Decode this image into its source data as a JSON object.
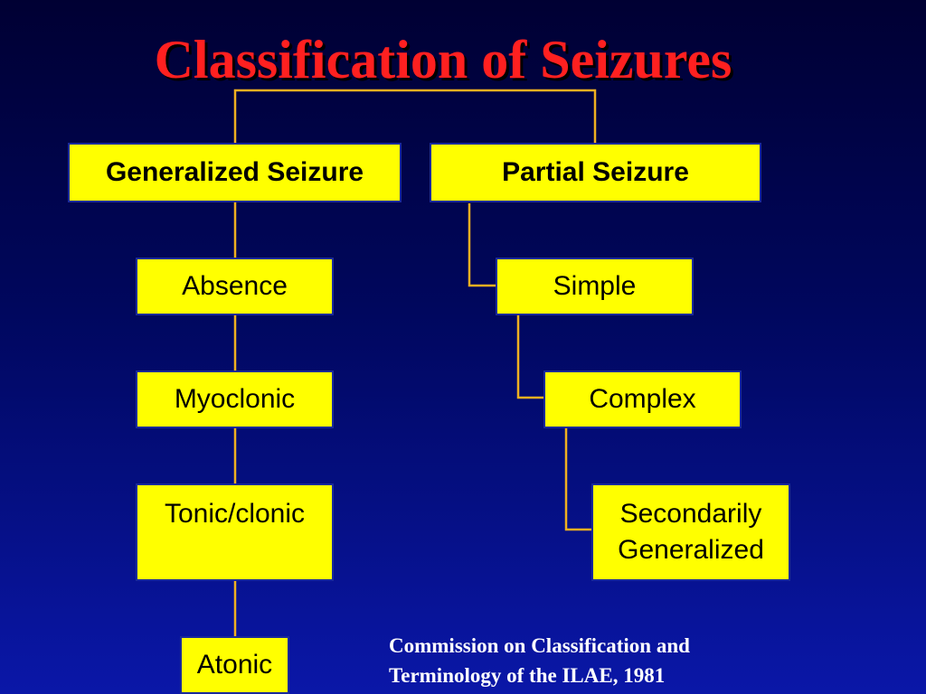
{
  "title": "Classification of Seizures",
  "colors": {
    "box_fill": "#ffff00",
    "connector": "#f0b020",
    "title": "#ff2020",
    "background_top": "#000033",
    "background_bottom": "#0a17a8"
  },
  "diagram": {
    "root_branches": [
      {
        "label": "Generalized Seizure",
        "children": [
          "Absence",
          "Myoclonic",
          "Tonic/clonic",
          "Atonic"
        ]
      },
      {
        "label": "Partial Seizure",
        "children": [
          "Simple",
          "Complex",
          "Secondarily\nGeneralized"
        ]
      }
    ]
  },
  "citation": "Commission on Classification and\nTerminology of the ILAE, 1981"
}
